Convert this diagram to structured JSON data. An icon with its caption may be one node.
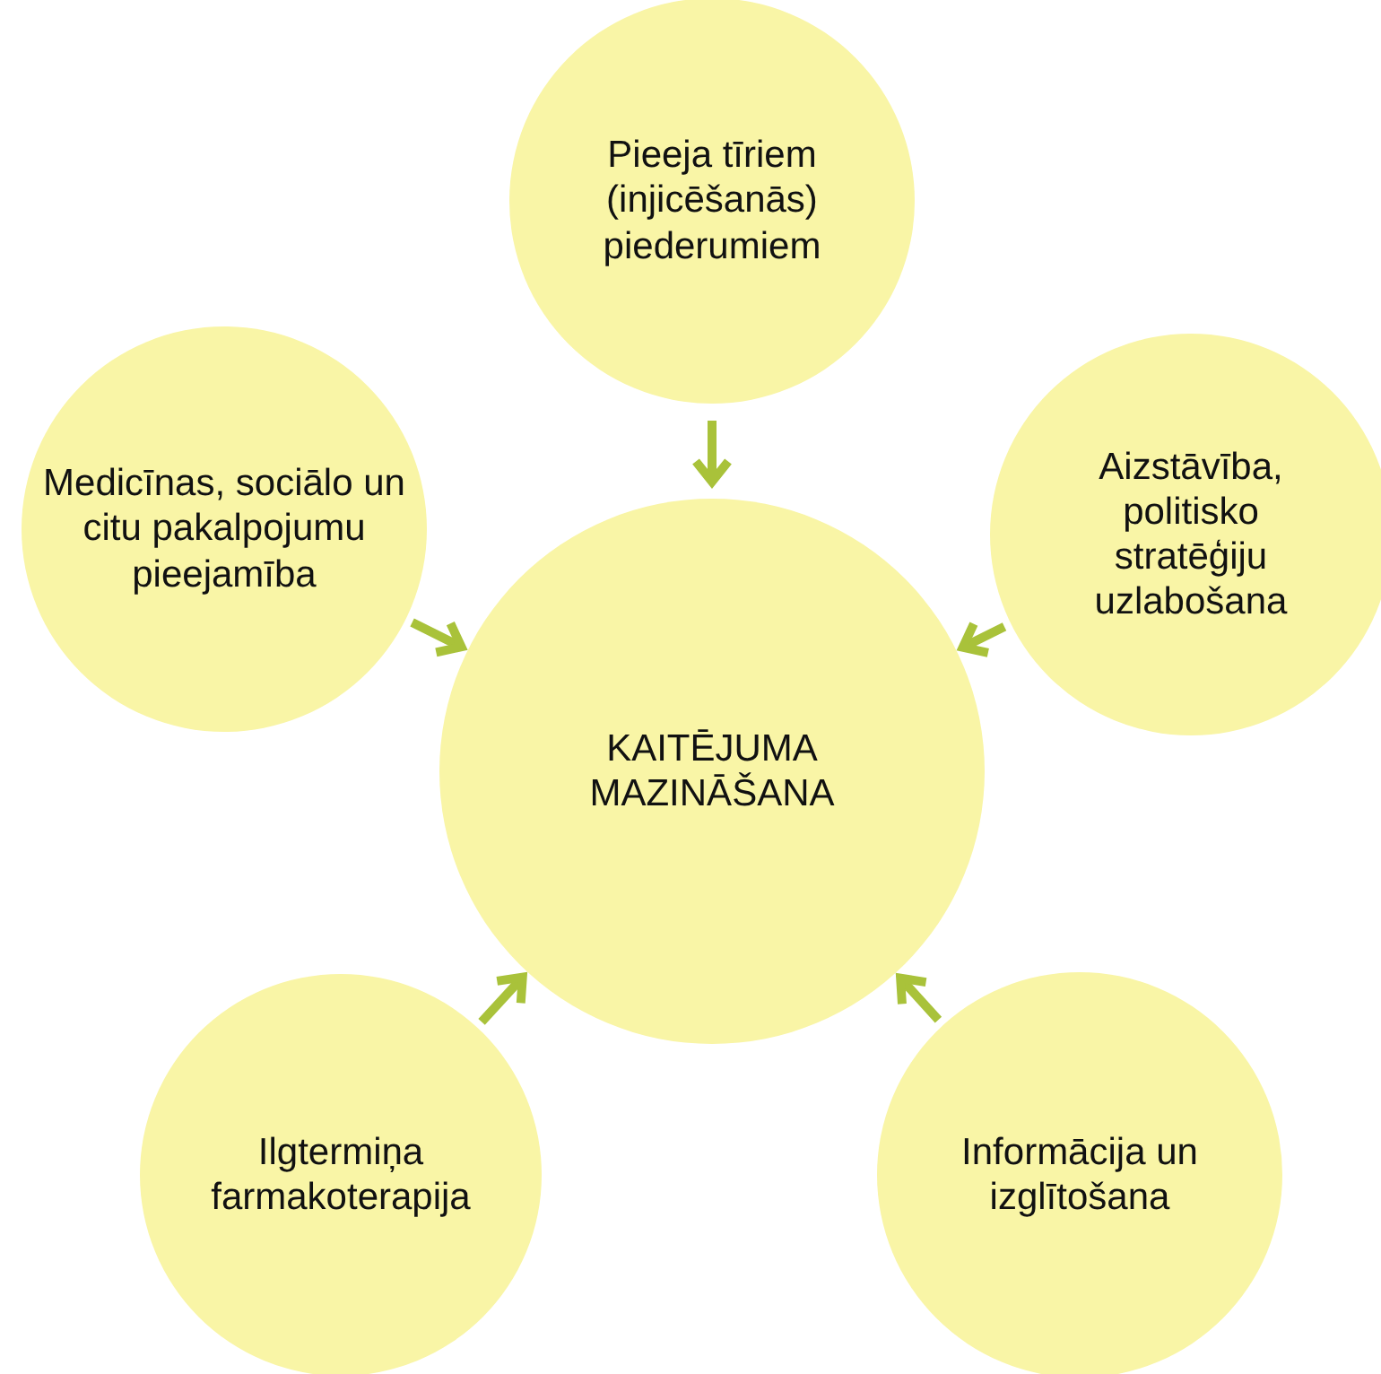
{
  "diagram": {
    "nodes": [
      {
        "text": [
          "Pieeja tīriem (injicēšanās) piederumiem"
        ]
      },
      {
        "text": [
          "Medicīnas, sociālo un citu pakalpojumu pieejamība"
        ]
      },
      {
        "text": [
          "Aizstāvība, politisko stratēģiju uzlabošana"
        ]
      },
      {
        "text": [
          "KAITĒJUMA MAZINĀŠANA"
        ]
      },
      {
        "text": [
          "Ilgtermiņa farmakoterapija"
        ]
      },
      {
        "text": [
          "Informācija un izglītošana"
        ]
      }
    ],
    "edges": [
      {
        "from": 0,
        "to": 3,
        "arrow": "to"
      },
      {
        "from": 1,
        "to": 3,
        "arrow": "to"
      },
      {
        "from": 2,
        "to": 3,
        "arrow": "to"
      },
      {
        "from": 4,
        "to": 3,
        "arrow": "to"
      },
      {
        "from": 5,
        "to": 3,
        "arrow": "to"
      }
    ]
  }
}
